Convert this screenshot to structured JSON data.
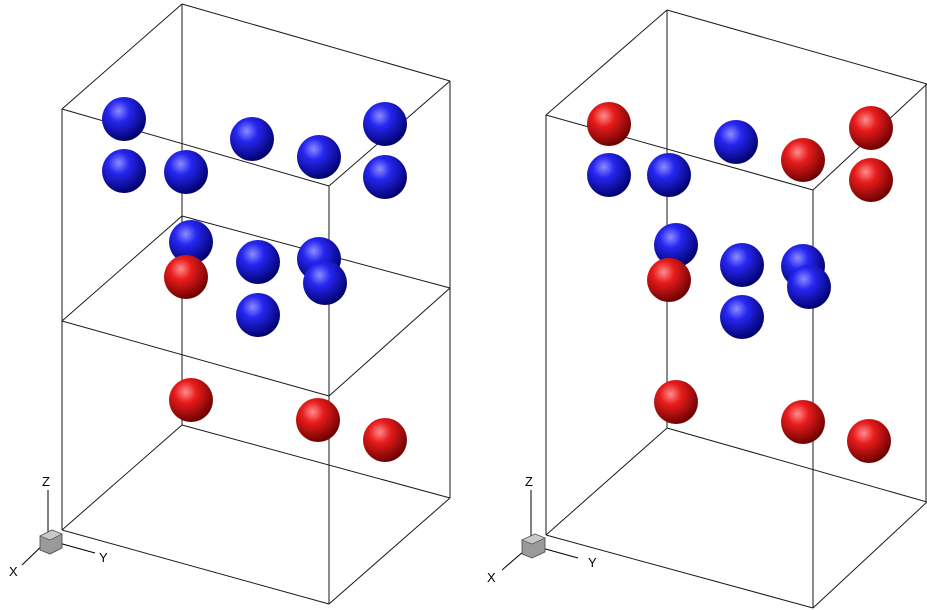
{
  "colors": {
    "blue_sphere": "#1010d8",
    "red_sphere": "#d81010",
    "edge": "#1a1a1a",
    "triad_box": "#9a9a9a"
  },
  "panels": [
    {
      "id": "left",
      "axis_labels": {
        "x": "X",
        "y": "Y",
        "z": "Z"
      },
      "spheres": [
        {
          "color": "blue"
        },
        {
          "color": "blue"
        },
        {
          "color": "blue"
        },
        {
          "color": "blue"
        },
        {
          "color": "blue"
        },
        {
          "color": "blue"
        },
        {
          "color": "blue"
        },
        {
          "color": "blue"
        },
        {
          "color": "blue"
        },
        {
          "color": "blue"
        },
        {
          "color": "blue"
        },
        {
          "color": "blue"
        },
        {
          "color": "red"
        },
        {
          "color": "red"
        },
        {
          "color": "red"
        },
        {
          "color": "red"
        }
      ]
    },
    {
      "id": "right",
      "axis_labels": {
        "x": "X",
        "y": "Y",
        "z": "Z"
      },
      "spheres": [
        {
          "color": "red"
        },
        {
          "color": "red"
        },
        {
          "color": "red"
        },
        {
          "color": "red"
        },
        {
          "color": "blue"
        },
        {
          "color": "blue"
        },
        {
          "color": "blue"
        },
        {
          "color": "blue"
        },
        {
          "color": "blue"
        },
        {
          "color": "blue"
        },
        {
          "color": "blue"
        },
        {
          "color": "blue"
        },
        {
          "color": "red"
        },
        {
          "color": "red"
        },
        {
          "color": "red"
        },
        {
          "color": "red"
        }
      ]
    }
  ]
}
